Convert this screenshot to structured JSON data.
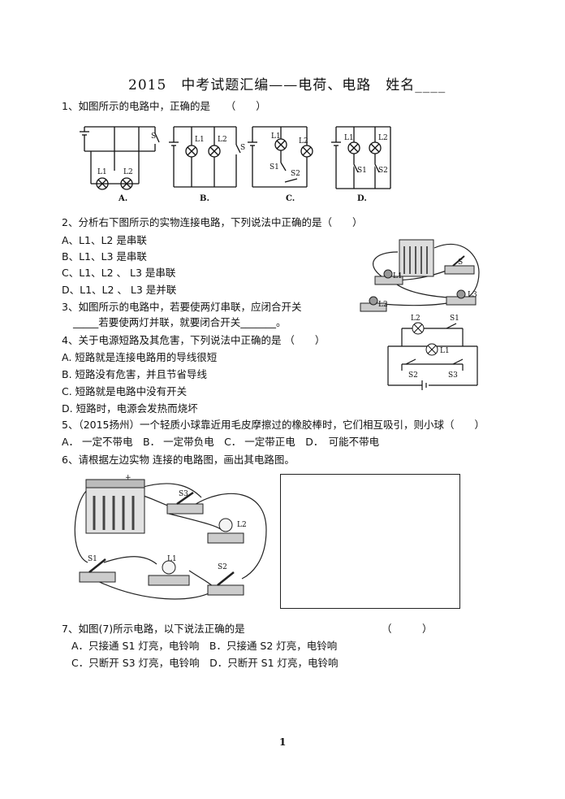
{
  "title": "2015　中考试题汇编——电荷、电路　姓名____",
  "q1": {
    "stem": "1、如图所示的电路中，正确的是　　（　　）",
    "options": [
      "A.",
      "B.",
      "C.",
      "D."
    ],
    "labels": {
      "L1": "L1",
      "L2": "L2",
      "S": "S",
      "S1": "S1",
      "S2": "S2"
    }
  },
  "q2": {
    "stem": "2、分析右下图所示的实物连接电路，下列说法中正确的是（　　）",
    "options": [
      "A、L1、L2 是串联",
      "B、L1、L3 是串联",
      "C、L1、L2 、 L3 是串联",
      "D、L1、L2 、 L3 是并联"
    ],
    "fig_labels": [
      "S",
      "L1",
      "L2",
      "L3"
    ]
  },
  "q3": {
    "line1": "3、如图所示的电路中，若要使两灯串联，应闭合开关",
    "line2": "_____若要使两灯并联，就要闭合开关_______。",
    "fig_labels": [
      "L2",
      "S1",
      "L1",
      "S2",
      "S3"
    ]
  },
  "q4": {
    "stem": "4、关于电源短路及其危害，下列说法中正确的是 （　　）",
    "options": [
      "A. 短路就是连接电路用的导线很短",
      "B. 短路没有危害，并且节省导线",
      "C. 短路就是电路中没有开关",
      "D. 短路时，电源会发热而烧坏"
    ]
  },
  "q5": {
    "stem": "5、（2015扬州）一个轻质小球靠近用毛皮摩擦过的橡胶棒时，它们相互吸引，则小球（　　）",
    "options": " A． 一定不带电　B． 一定带负电　C． 一定带正电　D．　可能不带电"
  },
  "q6": {
    "stem": "6、请根据左边实物 连接的电路图，画出其电路图。",
    "fig_labels": [
      "S3",
      "L2",
      "S1",
      "L1",
      "S2",
      "+"
    ]
  },
  "q7": {
    "stem": "7、如图(7)所示电路，以下说法正确的是",
    "bracket": "（　　　）",
    "line1": "A．只接通 S1 灯亮，电铃响　B．只接通 S2 灯亮，电铃响",
    "line2": "C．只断开 S3 灯亮，电铃响　D．只断开 S1 灯亮，电铃响"
  },
  "page_number": "1"
}
